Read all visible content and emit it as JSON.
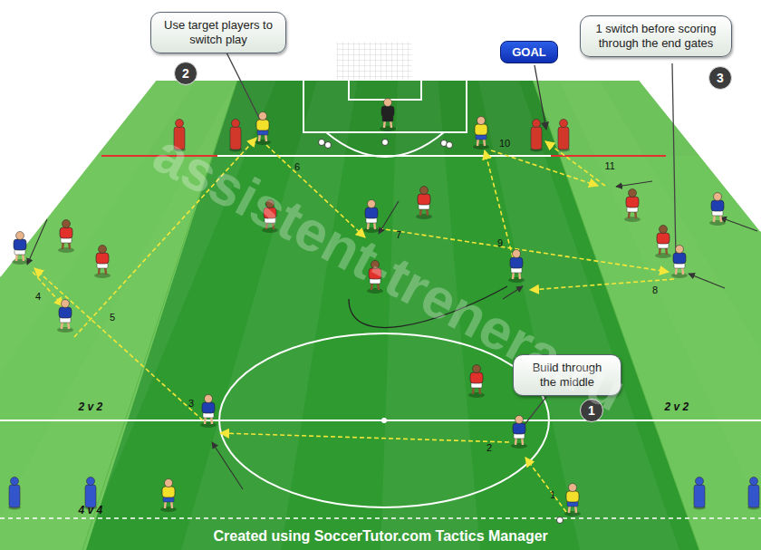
{
  "diagram": {
    "caption": "Created using SoccerTutor.com Tactics Manager",
    "nodes": [
      {
        "text": [
          "Use target players to switch play"
        ]
      },
      {
        "text": [
          "2"
        ]
      },
      {
        "text": [
          "GOAL"
        ]
      },
      {
        "text": [
          "1 switch before scoring through the end gates"
        ]
      },
      {
        "text": [
          "3"
        ]
      },
      {
        "text": [
          "Build through the middle"
        ]
      },
      {
        "text": [
          "1"
        ]
      }
    ],
    "labels": [
      "1",
      "2",
      "3",
      "4",
      "5",
      "6",
      "7",
      "8",
      "9",
      "10",
      "11",
      "2 v 2",
      "2 v 2",
      "4 v 4",
      "assistent-trenera.ru"
    ]
  }
}
